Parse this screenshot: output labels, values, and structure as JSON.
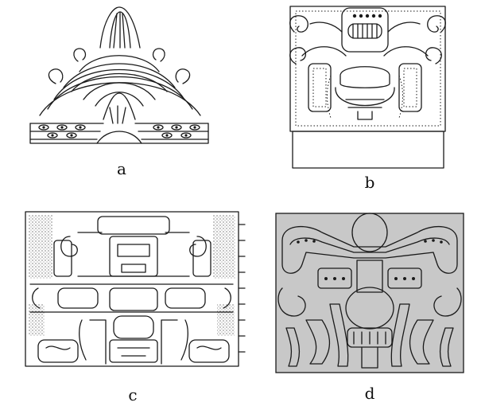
{
  "figure": {
    "panels": [
      {
        "id": "a",
        "label": "a",
        "icon": "mountain-witz-drawing"
      },
      {
        "id": "b",
        "label": "b",
        "icon": "stucco-mask-block-drawing"
      },
      {
        "id": "c",
        "label": "c",
        "icon": "stacked-mask-facade-drawing"
      },
      {
        "id": "d",
        "label": "d",
        "icon": "serpent-frieze-panel-drawing"
      }
    ],
    "colors": {
      "ink": "#1a1a1a",
      "background": "#ffffff",
      "stipple_fill": "#c8c8c8"
    }
  }
}
